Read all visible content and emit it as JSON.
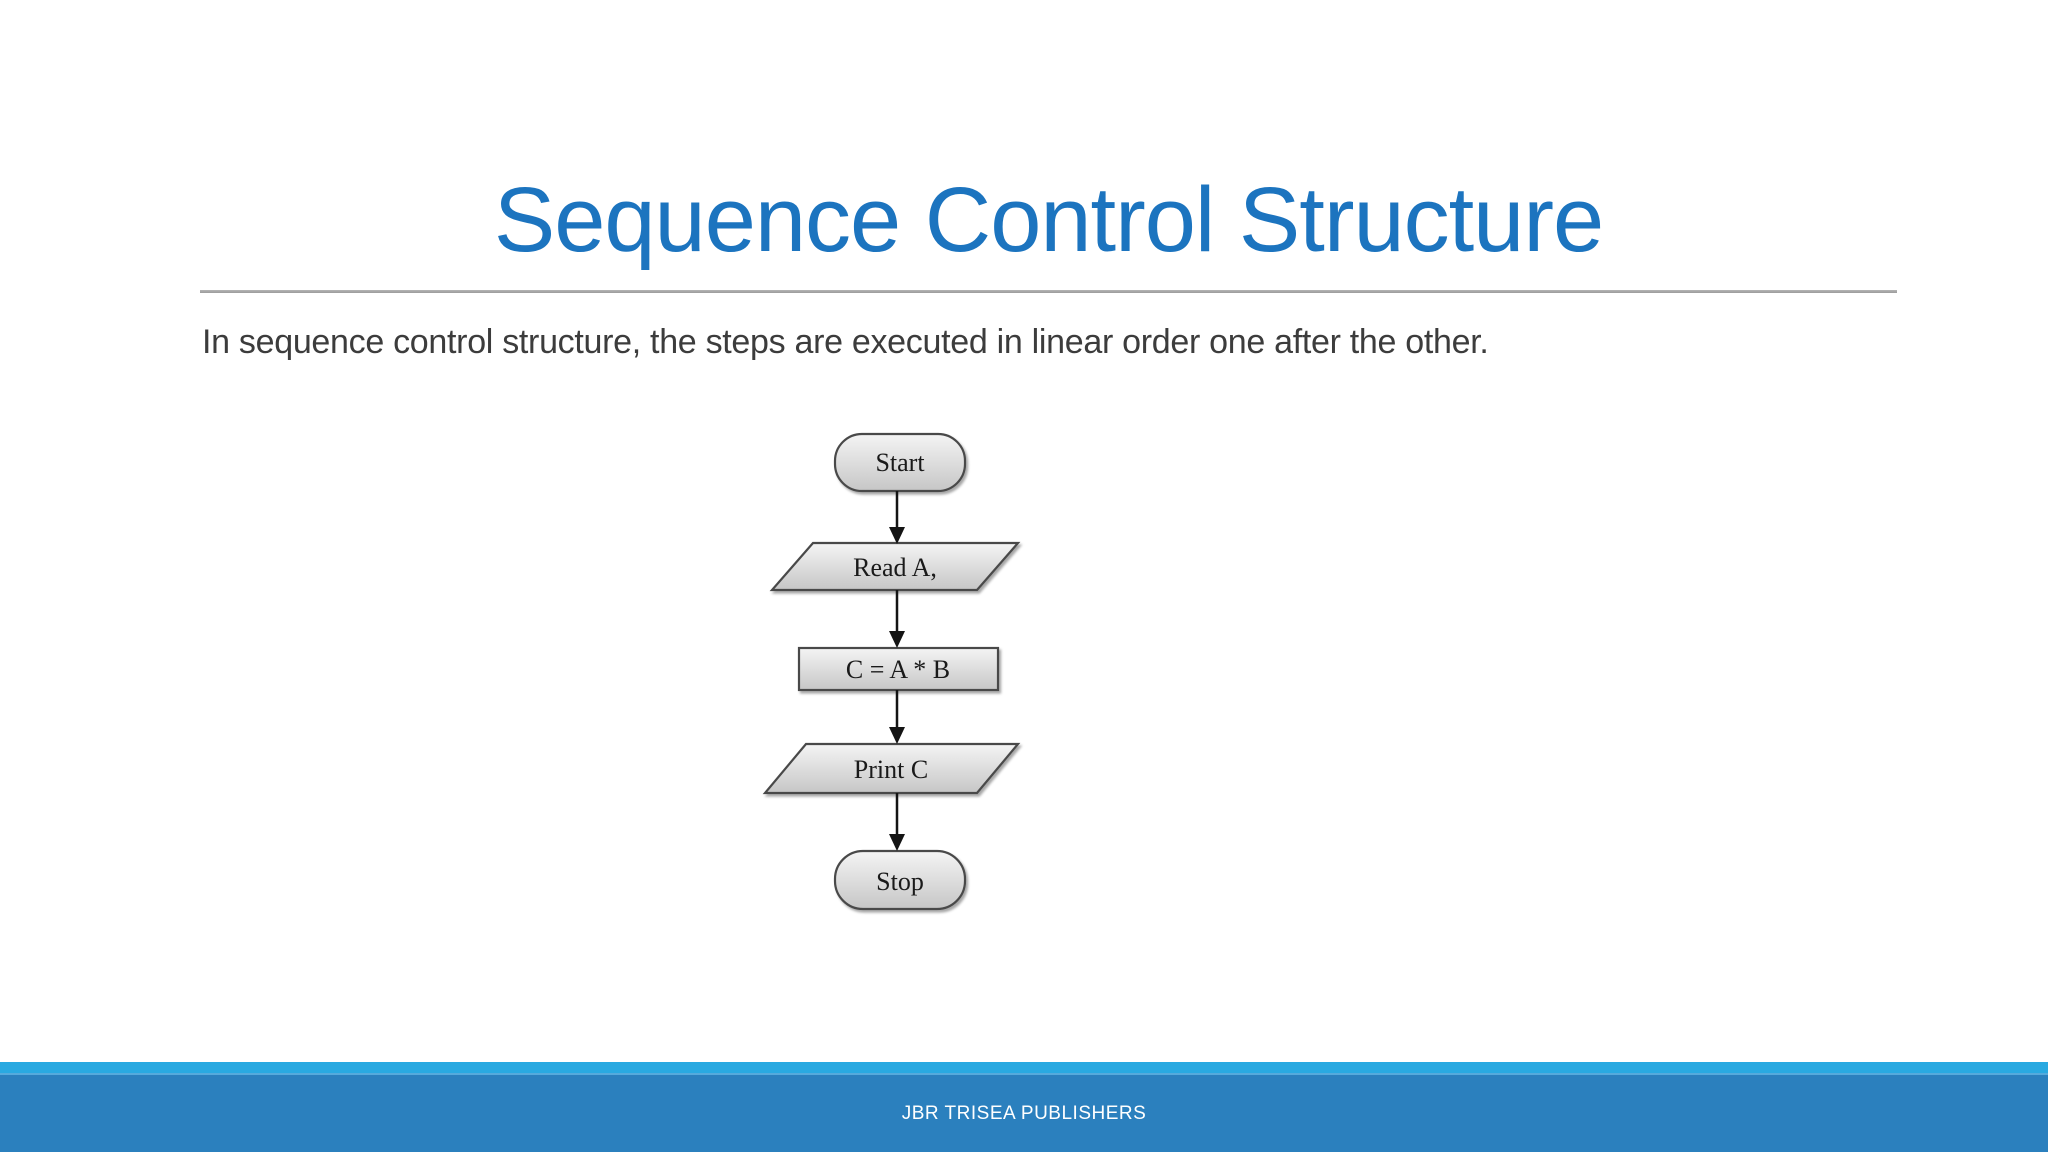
{
  "slide": {
    "title": "Sequence Control Structure",
    "body_text": "In sequence control structure, the steps are executed in linear order one after the other.",
    "footer_text": "JBR TRISEA PUBLISHERS"
  },
  "flowchart": {
    "nodes": [
      {
        "id": "start",
        "type": "terminator",
        "label": "Start"
      },
      {
        "id": "read-input",
        "type": "input-output",
        "label": "Read A,"
      },
      {
        "id": "process",
        "type": "process",
        "label": "C = A * B"
      },
      {
        "id": "print-output",
        "type": "input-output",
        "label": "Print C"
      },
      {
        "id": "stop",
        "type": "terminator",
        "label": "Stop"
      }
    ],
    "flow": "Start -> Read A, -> C = A * B -> Print C -> Stop"
  },
  "colors": {
    "title_blue": "#1C74BF",
    "body_text_gray": "#3C3C3C",
    "divider_gray": "#A6A6A6",
    "footer_strip_blue": "#29A9E1",
    "footer_bar_blue": "#2B80BE",
    "shape_border_gray": "#4A4A4A",
    "shape_fill_top": "#F4F4F4",
    "shape_fill_bottom": "#C6C6C6"
  }
}
